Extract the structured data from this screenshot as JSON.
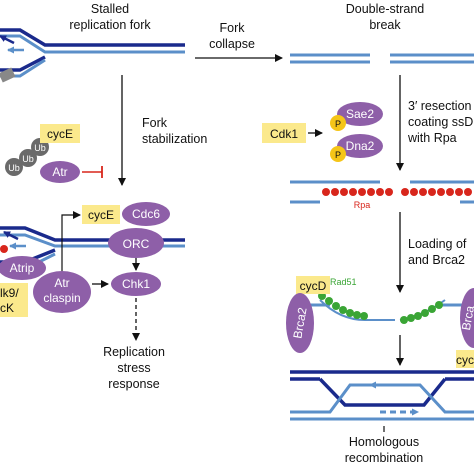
{
  "labels": {
    "stalled_fork": [
      "Stalled",
      "replication fork"
    ],
    "fork_collapse": [
      "Fork",
      "collapse"
    ],
    "dsb": [
      "Double-strand",
      "break"
    ],
    "fork_stabilization": [
      "Fork",
      "stabilization"
    ],
    "resection": [
      "3′ resection",
      "coating ssD",
      "with Rpa"
    ],
    "loading": [
      "Loading of",
      "and Brca2"
    ],
    "replication_stress": [
      "Replication",
      "stress",
      "response"
    ],
    "homologous": [
      "Homologous",
      "recombination"
    ]
  },
  "molecules": {
    "ub": "Ub",
    "atr": "Atr",
    "cdc6": "Cdc6",
    "orc": "ORC",
    "chk1": "Chk1",
    "atrip": "Atrip",
    "claspin": "claspin",
    "sae2": "Sae2",
    "dna2": "Dna2",
    "p": "P",
    "brca2": "Brca2",
    "brca_partial": "Brca",
    "rad51": "Rad51",
    "rpa": "Rpa"
  },
  "boxes": {
    "cyce_top": "cycE",
    "cyce_mid": "cycE",
    "cdk1": "Cdk1",
    "cycd": "cycD",
    "cyc_partial": "cyc",
    "cdk9": [
      "lk9/",
      "cK"
    ]
  },
  "colors": {
    "dna_dark": "#1a2a8c",
    "dna_light": "#5b8fc9",
    "protein": "#8e5fa8",
    "box_fill": "#fbe98c",
    "phospho": "#f5c518",
    "rpa": "#d8261c",
    "rad51": "#3aa535",
    "ub": "#6a6a6a",
    "inhibit": "#d8261c"
  }
}
